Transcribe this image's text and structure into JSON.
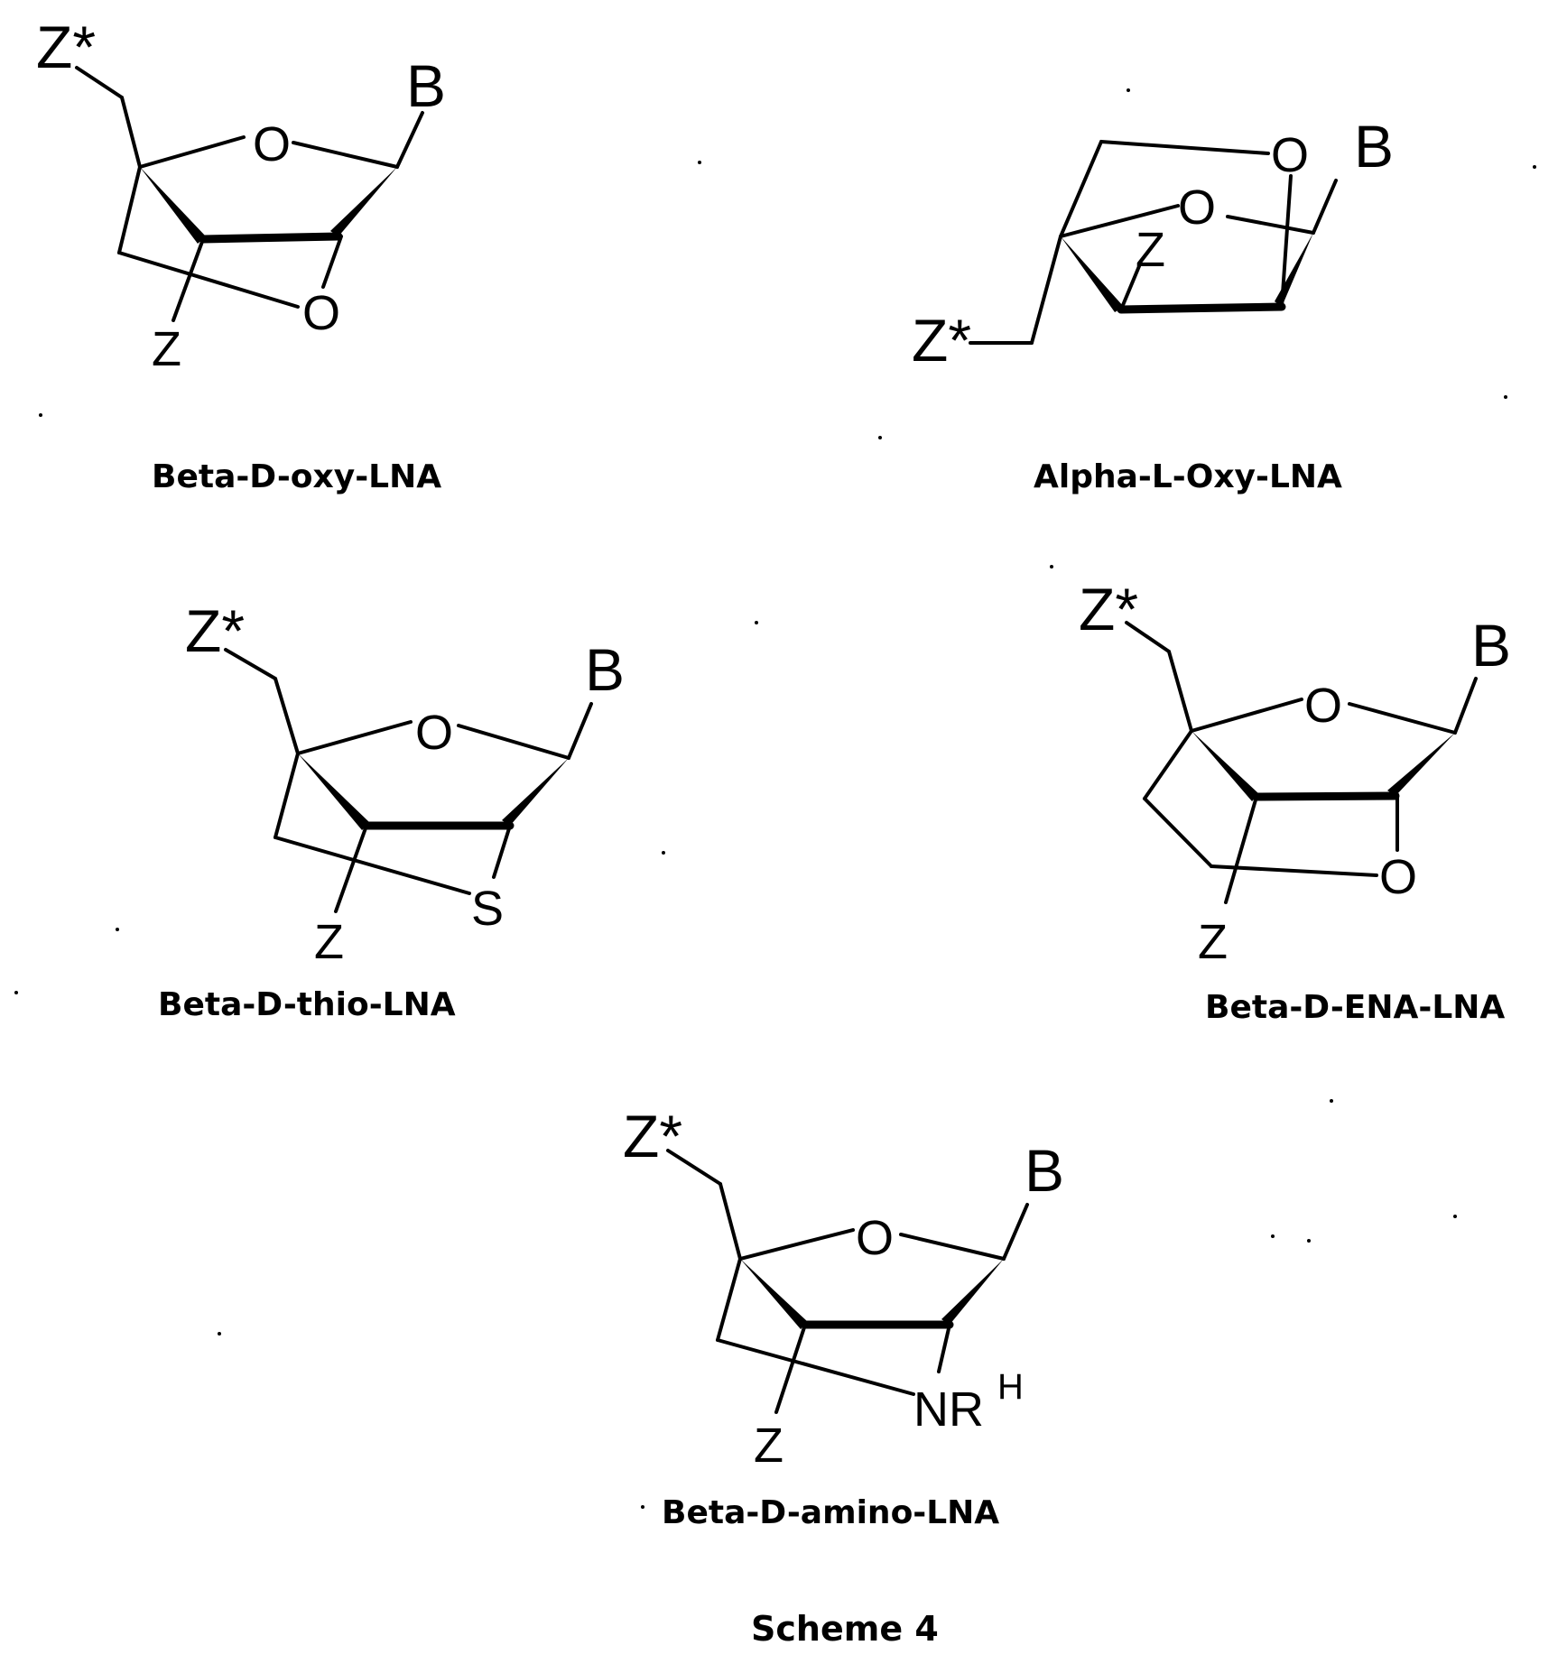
{
  "structures": [
    {
      "name": "Beta-D-oxy-LNA",
      "labels": {
        "z_star": "Z*",
        "base": "B",
        "ring_o": "O",
        "bridge_atom": "O",
        "z": "Z"
      }
    },
    {
      "name": "Alpha-L-Oxy-LNA",
      "labels": {
        "z_star": "Z*",
        "base": "B",
        "ring_o": "O",
        "bridge_atom": "O",
        "z": "Z"
      }
    },
    {
      "name": "Beta-D-thio-LNA",
      "labels": {
        "z_star": "Z*",
        "base": "B",
        "ring_o": "O",
        "bridge_atom": "S",
        "z": "Z"
      }
    },
    {
      "name": "Beta-D-ENA-LNA",
      "labels": {
        "z_star": "Z*",
        "base": "B",
        "ring_o": "O",
        "bridge_atom": "O",
        "z": "Z"
      }
    },
    {
      "name": "Beta-D-amino-LNA",
      "labels": {
        "z_star": "Z*",
        "base": "B",
        "ring_o": "O",
        "bridge_atom": "NR",
        "bridge_superscript": "H",
        "z": "Z"
      }
    }
  ],
  "scheme_title": "Scheme 4"
}
